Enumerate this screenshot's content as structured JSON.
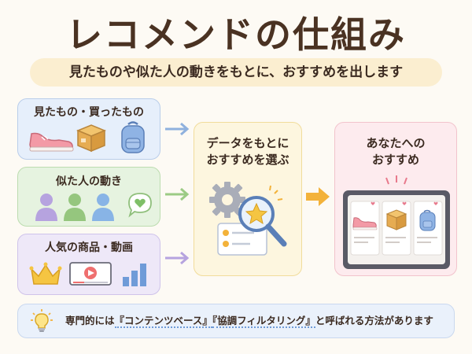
{
  "title": "レコメンドの仕組み",
  "subtitle": "見たものや似た人の動きをもとに、おすすめを出します",
  "inputs": {
    "viewed": "見たもの・買ったもの",
    "similar": "似た人の動き",
    "popular": "人気の商品・動画"
  },
  "process": {
    "line1": "データをもとに",
    "line2": "おすすめを選ぶ"
  },
  "output": {
    "line1": "あなたへの",
    "line2": "おすすめ"
  },
  "footer": {
    "prefix": "専門的には",
    "term1": "『コンテンツベース』",
    "term2": "『協調フィルタリング』",
    "suffix": "と呼ばれる方法があります"
  },
  "colors": {
    "arrow_blue": "#8fb1de",
    "arrow_green": "#9ccb85",
    "arrow_purple": "#b6a3df",
    "arrow_orange": "#f3b23a",
    "heart": "#e8798c"
  }
}
